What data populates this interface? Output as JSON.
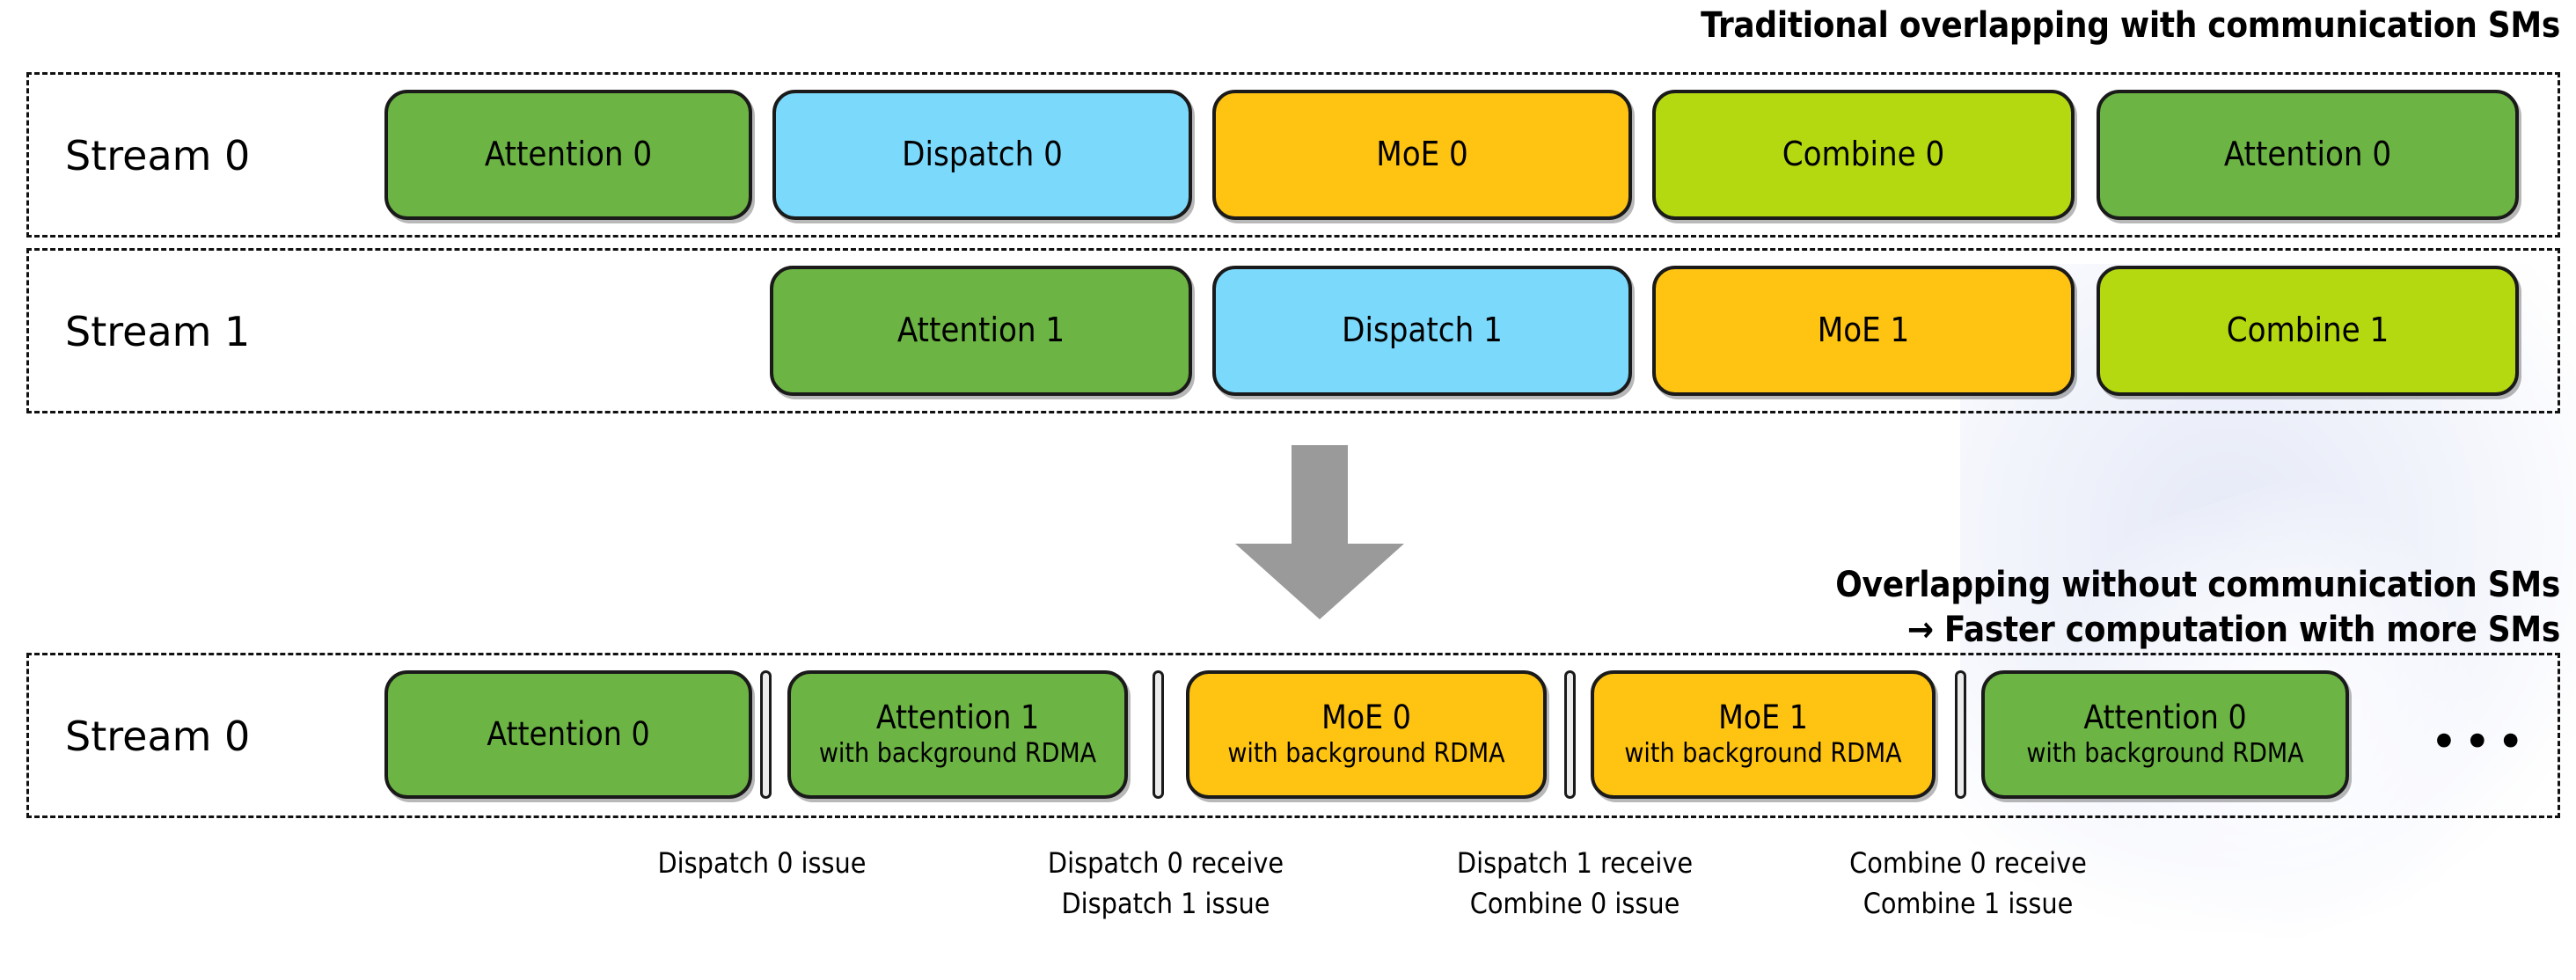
{
  "headers": {
    "top": "Traditional overlapping with communication SMs",
    "bottom_line1": "Overlapping without communication SMs",
    "bottom_line2": "→ Faster computation with more SMs"
  },
  "colors": {
    "attention": "#6CB443",
    "dispatch": "#7BD9FB",
    "moe": "#FFC311",
    "combine": "#B5D910",
    "separator": "#ECECEC",
    "arrow": "#9A9A9A",
    "outline": "#1A1A1A"
  },
  "lanes": [
    {
      "label": "Stream 0",
      "blocks": [
        {
          "title": "Attention 0",
          "sub": "",
          "color": "attention"
        },
        {
          "title": "Dispatch 0",
          "sub": "",
          "color": "dispatch"
        },
        {
          "title": "MoE 0",
          "sub": "",
          "color": "moe"
        },
        {
          "title": "Combine 0",
          "sub": "",
          "color": "combine"
        },
        {
          "title": "Attention 0",
          "sub": "",
          "color": "attention"
        }
      ]
    },
    {
      "label": "Stream 1",
      "blocks": [
        {
          "title": "Attention 1",
          "sub": "",
          "color": "attention"
        },
        {
          "title": "Dispatch 1",
          "sub": "",
          "color": "dispatch"
        },
        {
          "title": "MoE 1",
          "sub": "",
          "color": "moe"
        },
        {
          "title": "Combine 1",
          "sub": "",
          "color": "combine"
        }
      ]
    },
    {
      "label": "Stream 0",
      "blocks": [
        {
          "title": "Attention 0",
          "sub": "",
          "color": "attention"
        },
        {
          "title": "Attention 1",
          "sub": "with background RDMA",
          "color": "attention"
        },
        {
          "title": "MoE 0",
          "sub": "with background RDMA",
          "color": "moe"
        },
        {
          "title": "MoE 1",
          "sub": "with background RDMA",
          "color": "moe"
        },
        {
          "title": "Attention 0",
          "sub": "with background RDMA",
          "color": "attention"
        }
      ],
      "ellipsis": "•••"
    }
  ],
  "captions": [
    {
      "line1": "Dispatch 0 issue",
      "line2": ""
    },
    {
      "line1": "Dispatch 0 receive",
      "line2": "Dispatch 1 issue"
    },
    {
      "line1": "Dispatch 1 receive",
      "line2": "Combine 0 issue"
    },
    {
      "line1": "Combine 0 receive",
      "line2": "Combine 1 issue"
    }
  ],
  "arrow_icon": "down-arrow-icon"
}
